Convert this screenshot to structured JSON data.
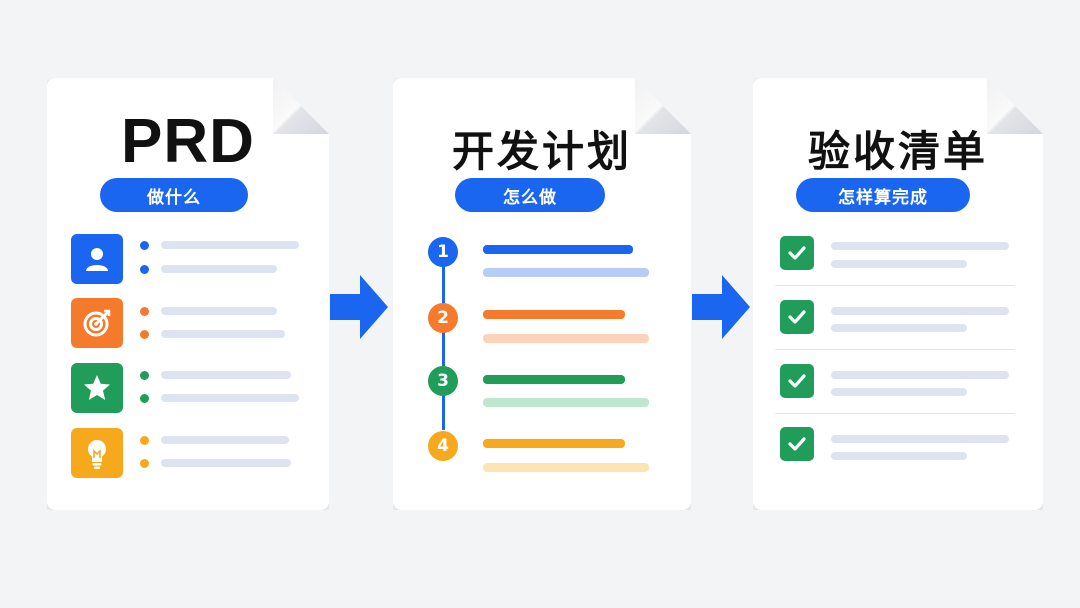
{
  "colors": {
    "blue": "#1a66f0",
    "orange": "#f57a2b",
    "green": "#1f9d59",
    "yellow": "#f7a91d",
    "line_gray": "#dde3ef"
  },
  "cards": [
    {
      "title": "PRD",
      "subtitle": "做什么",
      "rows": [
        {
          "icon": "user-icon",
          "color": "#1a66f0"
        },
        {
          "icon": "target-icon",
          "color": "#f57a2b"
        },
        {
          "icon": "star-icon",
          "color": "#1f9d59"
        },
        {
          "icon": "lightbulb-icon",
          "color": "#f7a91d"
        }
      ]
    },
    {
      "title": "开发计划",
      "subtitle": "怎么做",
      "steps": [
        "1",
        "2",
        "3",
        "4"
      ]
    },
    {
      "title": "验收清单",
      "subtitle": "怎样算完成",
      "items": 4
    }
  ],
  "connector_icon": "right-arrow-icon"
}
